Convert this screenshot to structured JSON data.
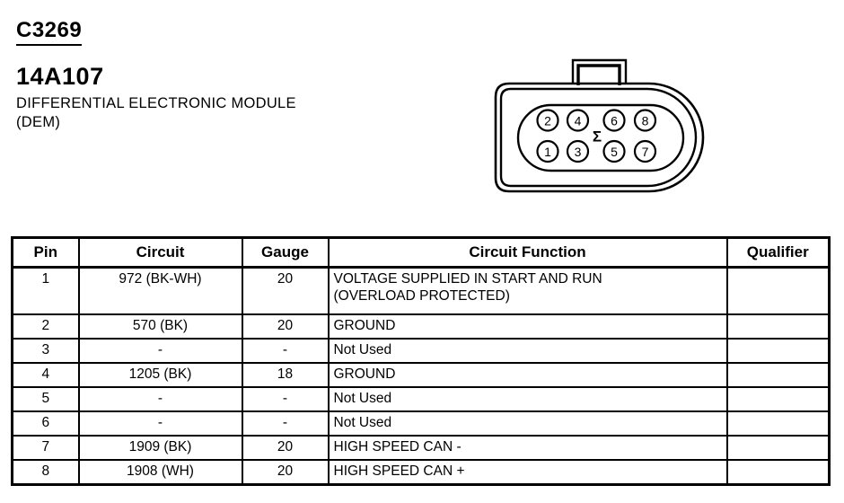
{
  "header": {
    "connector_id": "C3269",
    "part_number": "14A107",
    "description_lines": [
      "DIFFERENTIAL ELECTRONIC MODULE",
      "(DEM)"
    ]
  },
  "connector": {
    "pins_top_row": [
      "2",
      "4",
      "6",
      "8"
    ],
    "pins_bottom_row": [
      "1",
      "3",
      "5",
      "7"
    ],
    "center_symbol": "Σ"
  },
  "table": {
    "headers": [
      "Pin",
      "Circuit",
      "Gauge",
      "Circuit Function",
      "Qualifier"
    ],
    "rows": [
      {
        "pin": "1",
        "circuit": "972 (BK-WH)",
        "gauge": "20",
        "function": "VOLTAGE SUPPLIED IN START AND RUN (OVERLOAD PROTECTED)",
        "qualifier": ""
      },
      {
        "pin": "2",
        "circuit": "570 (BK)",
        "gauge": "20",
        "function": "GROUND",
        "qualifier": ""
      },
      {
        "pin": "3",
        "circuit": "-",
        "gauge": "-",
        "function": "Not Used",
        "qualifier": ""
      },
      {
        "pin": "4",
        "circuit": "1205 (BK)",
        "gauge": "18",
        "function": "GROUND",
        "qualifier": ""
      },
      {
        "pin": "5",
        "circuit": "-",
        "gauge": "-",
        "function": "Not Used",
        "qualifier": ""
      },
      {
        "pin": "6",
        "circuit": "-",
        "gauge": "-",
        "function": "Not Used",
        "qualifier": ""
      },
      {
        "pin": "7",
        "circuit": "1909 (BK)",
        "gauge": "20",
        "function": "HIGH SPEED CAN -",
        "qualifier": ""
      },
      {
        "pin": "8",
        "circuit": "1908 (WH)",
        "gauge": "20",
        "function": "HIGH SPEED CAN +",
        "qualifier": ""
      }
    ]
  },
  "colors": {
    "ink": "#000000",
    "paper": "#ffffff"
  }
}
